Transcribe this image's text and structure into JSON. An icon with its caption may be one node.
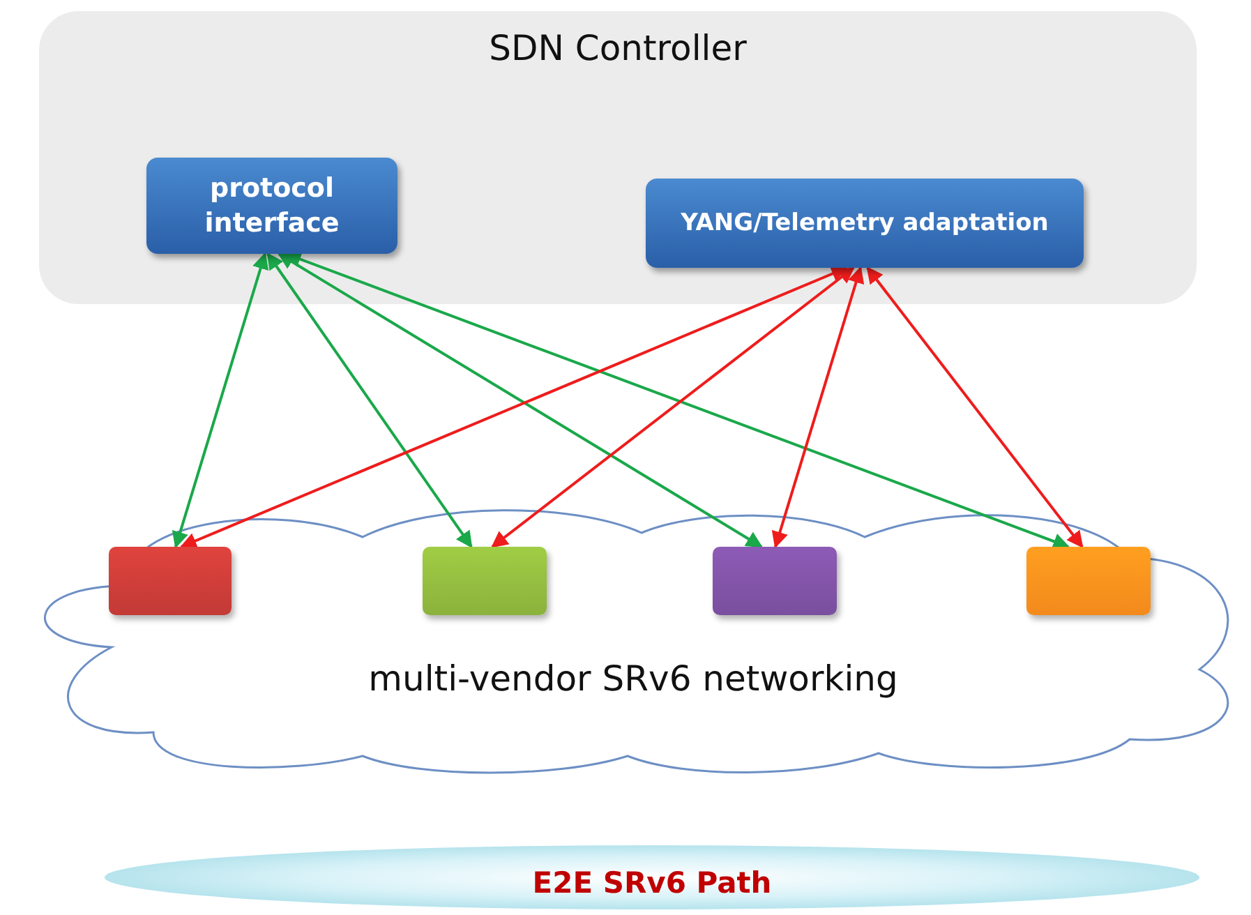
{
  "diagram": {
    "nodes": [
      {
        "text": [
          "SDN Controller"
        ]
      },
      {
        "text": [
          "protocol interface"
        ],
        "in": 0
      },
      {
        "text": [
          "YANG/Telemetry adaptation"
        ],
        "in": 0
      },
      {
        "text": [
          "multi-vendor SRv6 networking"
        ]
      },
      {
        "text": [],
        "shape": "box",
        "in": 3
      },
      {
        "text": [],
        "shape": "box",
        "in": 3
      },
      {
        "text": [],
        "shape": "box",
        "in": 3
      },
      {
        "text": [],
        "shape": "box",
        "in": 3
      },
      {
        "text": [
          "E2E SRv6 Path"
        ]
      }
    ],
    "edges": [
      {
        "from": 1,
        "to": 4,
        "arrow": "both",
        "color": "#1aa84a"
      },
      {
        "from": 1,
        "to": 5,
        "arrow": "both",
        "color": "#1aa84a"
      },
      {
        "from": 1,
        "to": 6,
        "arrow": "both",
        "color": "#1aa84a"
      },
      {
        "from": 1,
        "to": 7,
        "arrow": "both",
        "color": "#1aa84a"
      },
      {
        "from": 2,
        "to": 4,
        "arrow": "both",
        "color": "#ee1c1c"
      },
      {
        "from": 2,
        "to": 5,
        "arrow": "both",
        "color": "#ee1c1c"
      },
      {
        "from": 2,
        "to": 6,
        "arrow": "both",
        "color": "#ee1c1c"
      },
      {
        "from": 2,
        "to": 7,
        "arrow": "both",
        "color": "#ee1c1c"
      }
    ]
  }
}
